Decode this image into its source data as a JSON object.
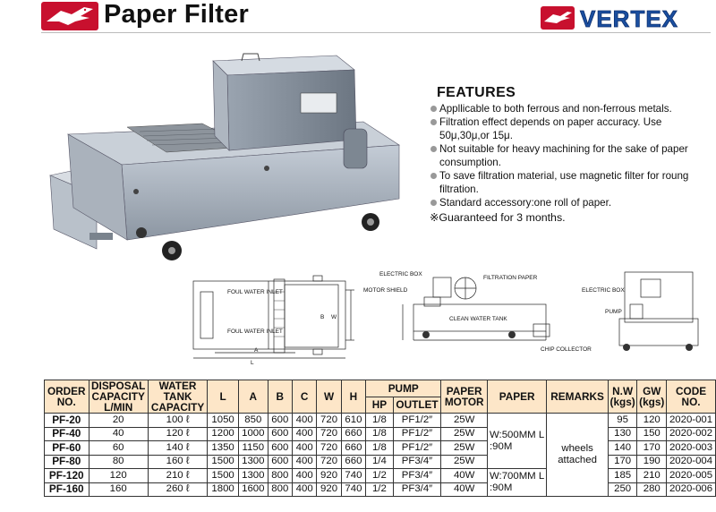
{
  "header": {
    "title": "Paper Filter",
    "brand": "VERTEX"
  },
  "features": {
    "title": "FEATURES",
    "items": [
      "Appllicable to both ferrous and non-ferrous metals.",
      "Filtration effect depends on paper accuracy. Use 50μ,30μ,or 15μ.",
      "Not suitable for heavy machining for the sake of paper consumption.",
      "To save filtration material, use magnetic filter for roung filtration.",
      "Standard accessory:one roll of paper."
    ],
    "guarantee": "※Guaranteed for 3 months."
  },
  "diagram": {
    "foul_water_inlet": "FOUL WATER INLET",
    "dim_b": "B",
    "dim_w": "W",
    "dim_a": "A",
    "dim_l": "L",
    "electric_box": "ELECTRIC BOX",
    "filtration_paper": "FILTRATION PAPER",
    "motor_shield": "MOTOR SHIELD",
    "clean_water_tank": "CLEAN WATER TANK",
    "chip_collector": "CHIP COLLECTOR",
    "pump": "PUMP"
  },
  "table": {
    "headers": {
      "order_no": "ORDER NO.",
      "disposal": "DISPOSAL CAPACITY L/MIN",
      "water_tank": "WATER TANK CAPACITY",
      "l": "L",
      "a": "A",
      "b": "B",
      "c": "C",
      "w": "W",
      "h": "H",
      "pump": "PUMP",
      "hp": "HP",
      "outlet": "OUTLET",
      "paper_motor": "PAPER MOTOR",
      "paper": "PAPER",
      "remarks": "REMARKS",
      "nw": "N.W (kgs)",
      "gw": "GW (kgs)",
      "code": "CODE NO."
    },
    "rows": [
      {
        "order": "PF-20",
        "disp": "20",
        "tank": "100 ℓ",
        "l": "1050",
        "a": "850",
        "b": "600",
        "c": "400",
        "w": "720",
        "h": "610",
        "hp": "1/8",
        "outlet": "PF1/2″",
        "motor": "25W",
        "nw": "95",
        "gw": "120",
        "code": "2020-001"
      },
      {
        "order": "PF-40",
        "disp": "40",
        "tank": "120 ℓ",
        "l": "1200",
        "a": "1000",
        "b": "600",
        "c": "400",
        "w": "720",
        "h": "660",
        "hp": "1/8",
        "outlet": "PF1/2″",
        "motor": "25W",
        "nw": "130",
        "gw": "150",
        "code": "2020-002"
      },
      {
        "order": "PF-60",
        "disp": "60",
        "tank": "140 ℓ",
        "l": "1350",
        "a": "1150",
        "b": "600",
        "c": "400",
        "w": "720",
        "h": "660",
        "hp": "1/8",
        "outlet": "PF1/2″",
        "motor": "25W",
        "nw": "140",
        "gw": "170",
        "code": "2020-003"
      },
      {
        "order": "PF-80",
        "disp": "80",
        "tank": "160 ℓ",
        "l": "1500",
        "a": "1300",
        "b": "600",
        "c": "400",
        "w": "720",
        "h": "660",
        "hp": "1/4",
        "outlet": "PF3/4″",
        "motor": "25W",
        "nw": "170",
        "gw": "190",
        "code": "2020-004"
      },
      {
        "order": "PF-120",
        "disp": "120",
        "tank": "210 ℓ",
        "l": "1500",
        "a": "1300",
        "b": "800",
        "c": "400",
        "w": "920",
        "h": "740",
        "hp": "1/2",
        "outlet": "PF3/4″",
        "motor": "40W",
        "nw": "185",
        "gw": "210",
        "code": "2020-005"
      },
      {
        "order": "PF-160",
        "disp": "160",
        "tank": "260 ℓ",
        "l": "1800",
        "a": "1600",
        "b": "800",
        "c": "400",
        "w": "920",
        "h": "740",
        "hp": "1/2",
        "outlet": "PF3/4″",
        "motor": "40W",
        "nw": "250",
        "gw": "280",
        "code": "2020-006"
      }
    ],
    "paper_group1": "W:500MM L :90M",
    "paper_group2": "W:700MM L :90M",
    "remarks": "wheels attached"
  }
}
